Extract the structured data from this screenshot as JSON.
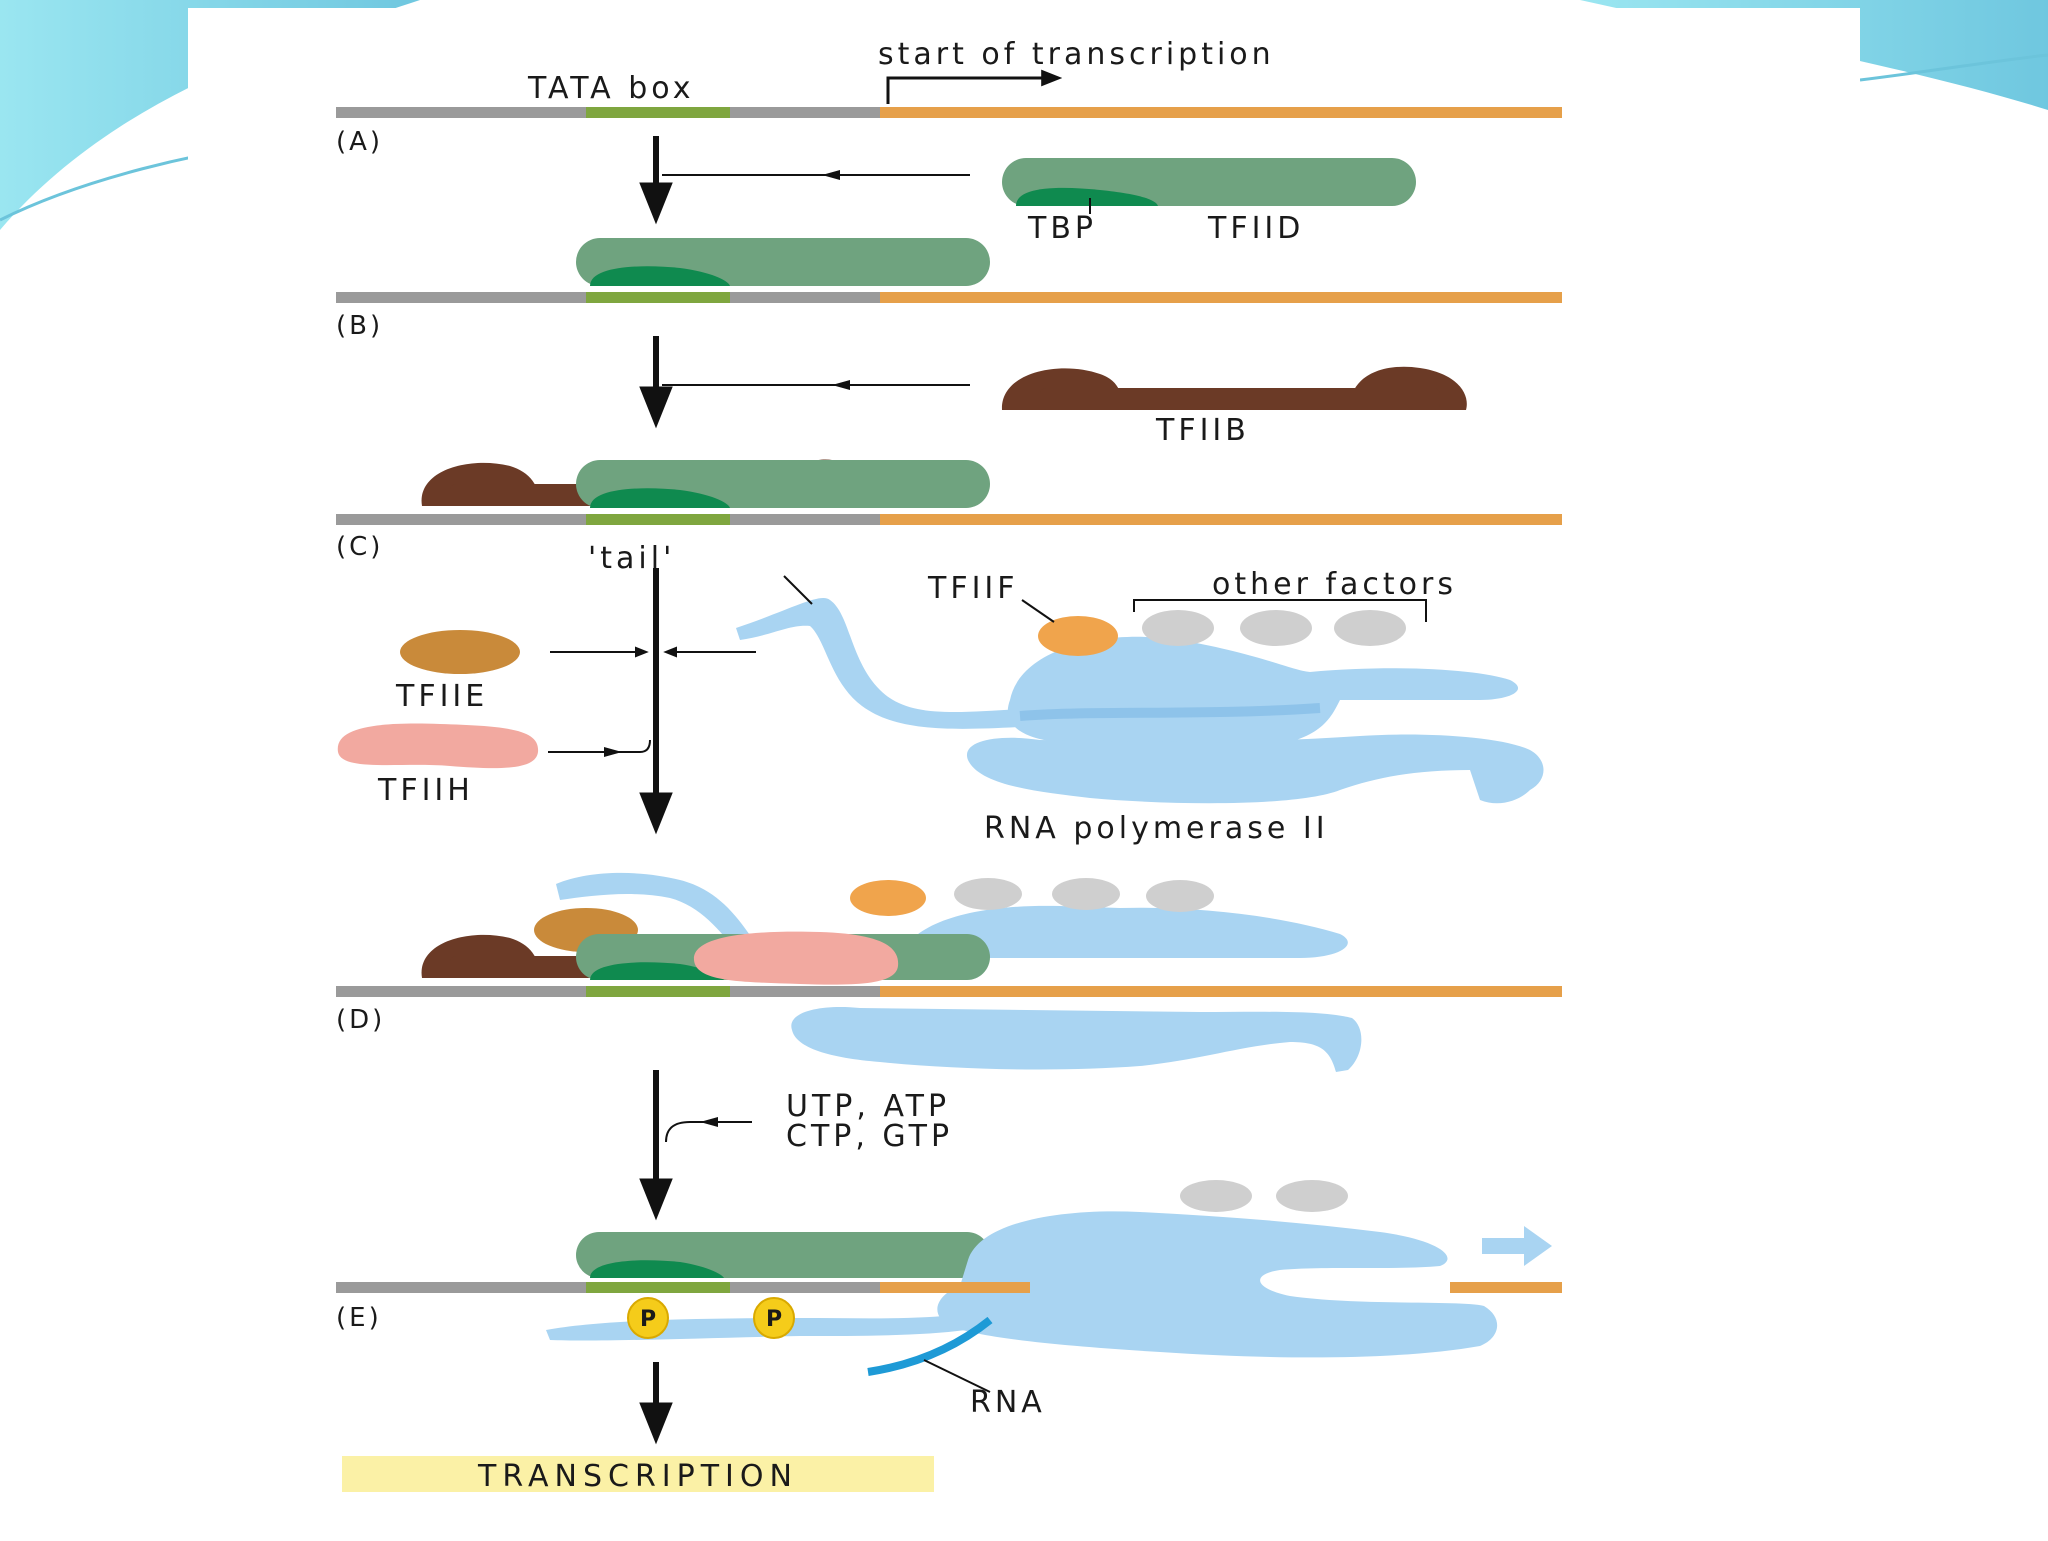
{
  "labels": {
    "start_of_transcription": "start of transcription",
    "tata_box": "TATA box",
    "tbp": "TBP",
    "tfiid": "TFIID",
    "tfiib": "TFIIB",
    "tail": "'tail'",
    "tfiif": "TFIIF",
    "other_factors": "other factors",
    "tfiie": "TFIIE",
    "tfiih": "TFIIH",
    "rna_polymerase_ii": "RNA polymerase II",
    "nucleotides_line1": "UTP, ATP",
    "nucleotides_line2": "CTP, GTP",
    "phosphate": "P",
    "rna": "RNA",
    "transcription": "TRANSCRIPTION"
  },
  "steps": [
    "(A)",
    "(B)",
    "(C)",
    "(D)",
    "(E)"
  ],
  "colors": {
    "slide_accent": "#7fd3e3",
    "promoter_gray": "#9a9a9a",
    "tata_green": "#7fa63f",
    "coding_orange": "#e6a04a",
    "tfiid_green": "#6fa37f",
    "tbp_green": "#0f8a4f",
    "tfiib_brown": "#6b3a26",
    "tfiie_tan": "#c98a3a",
    "tfiih_pink": "#f2a9a0",
    "tfiif_orange": "#f0a44c",
    "other_factor_gray": "#cfcfcf",
    "polymerase_blue": "#a9d4f2",
    "rna_blue": "#1e9ad6",
    "phosphate_yellow": "#f5cc1a",
    "transcription_box": "#fbf1a6"
  }
}
